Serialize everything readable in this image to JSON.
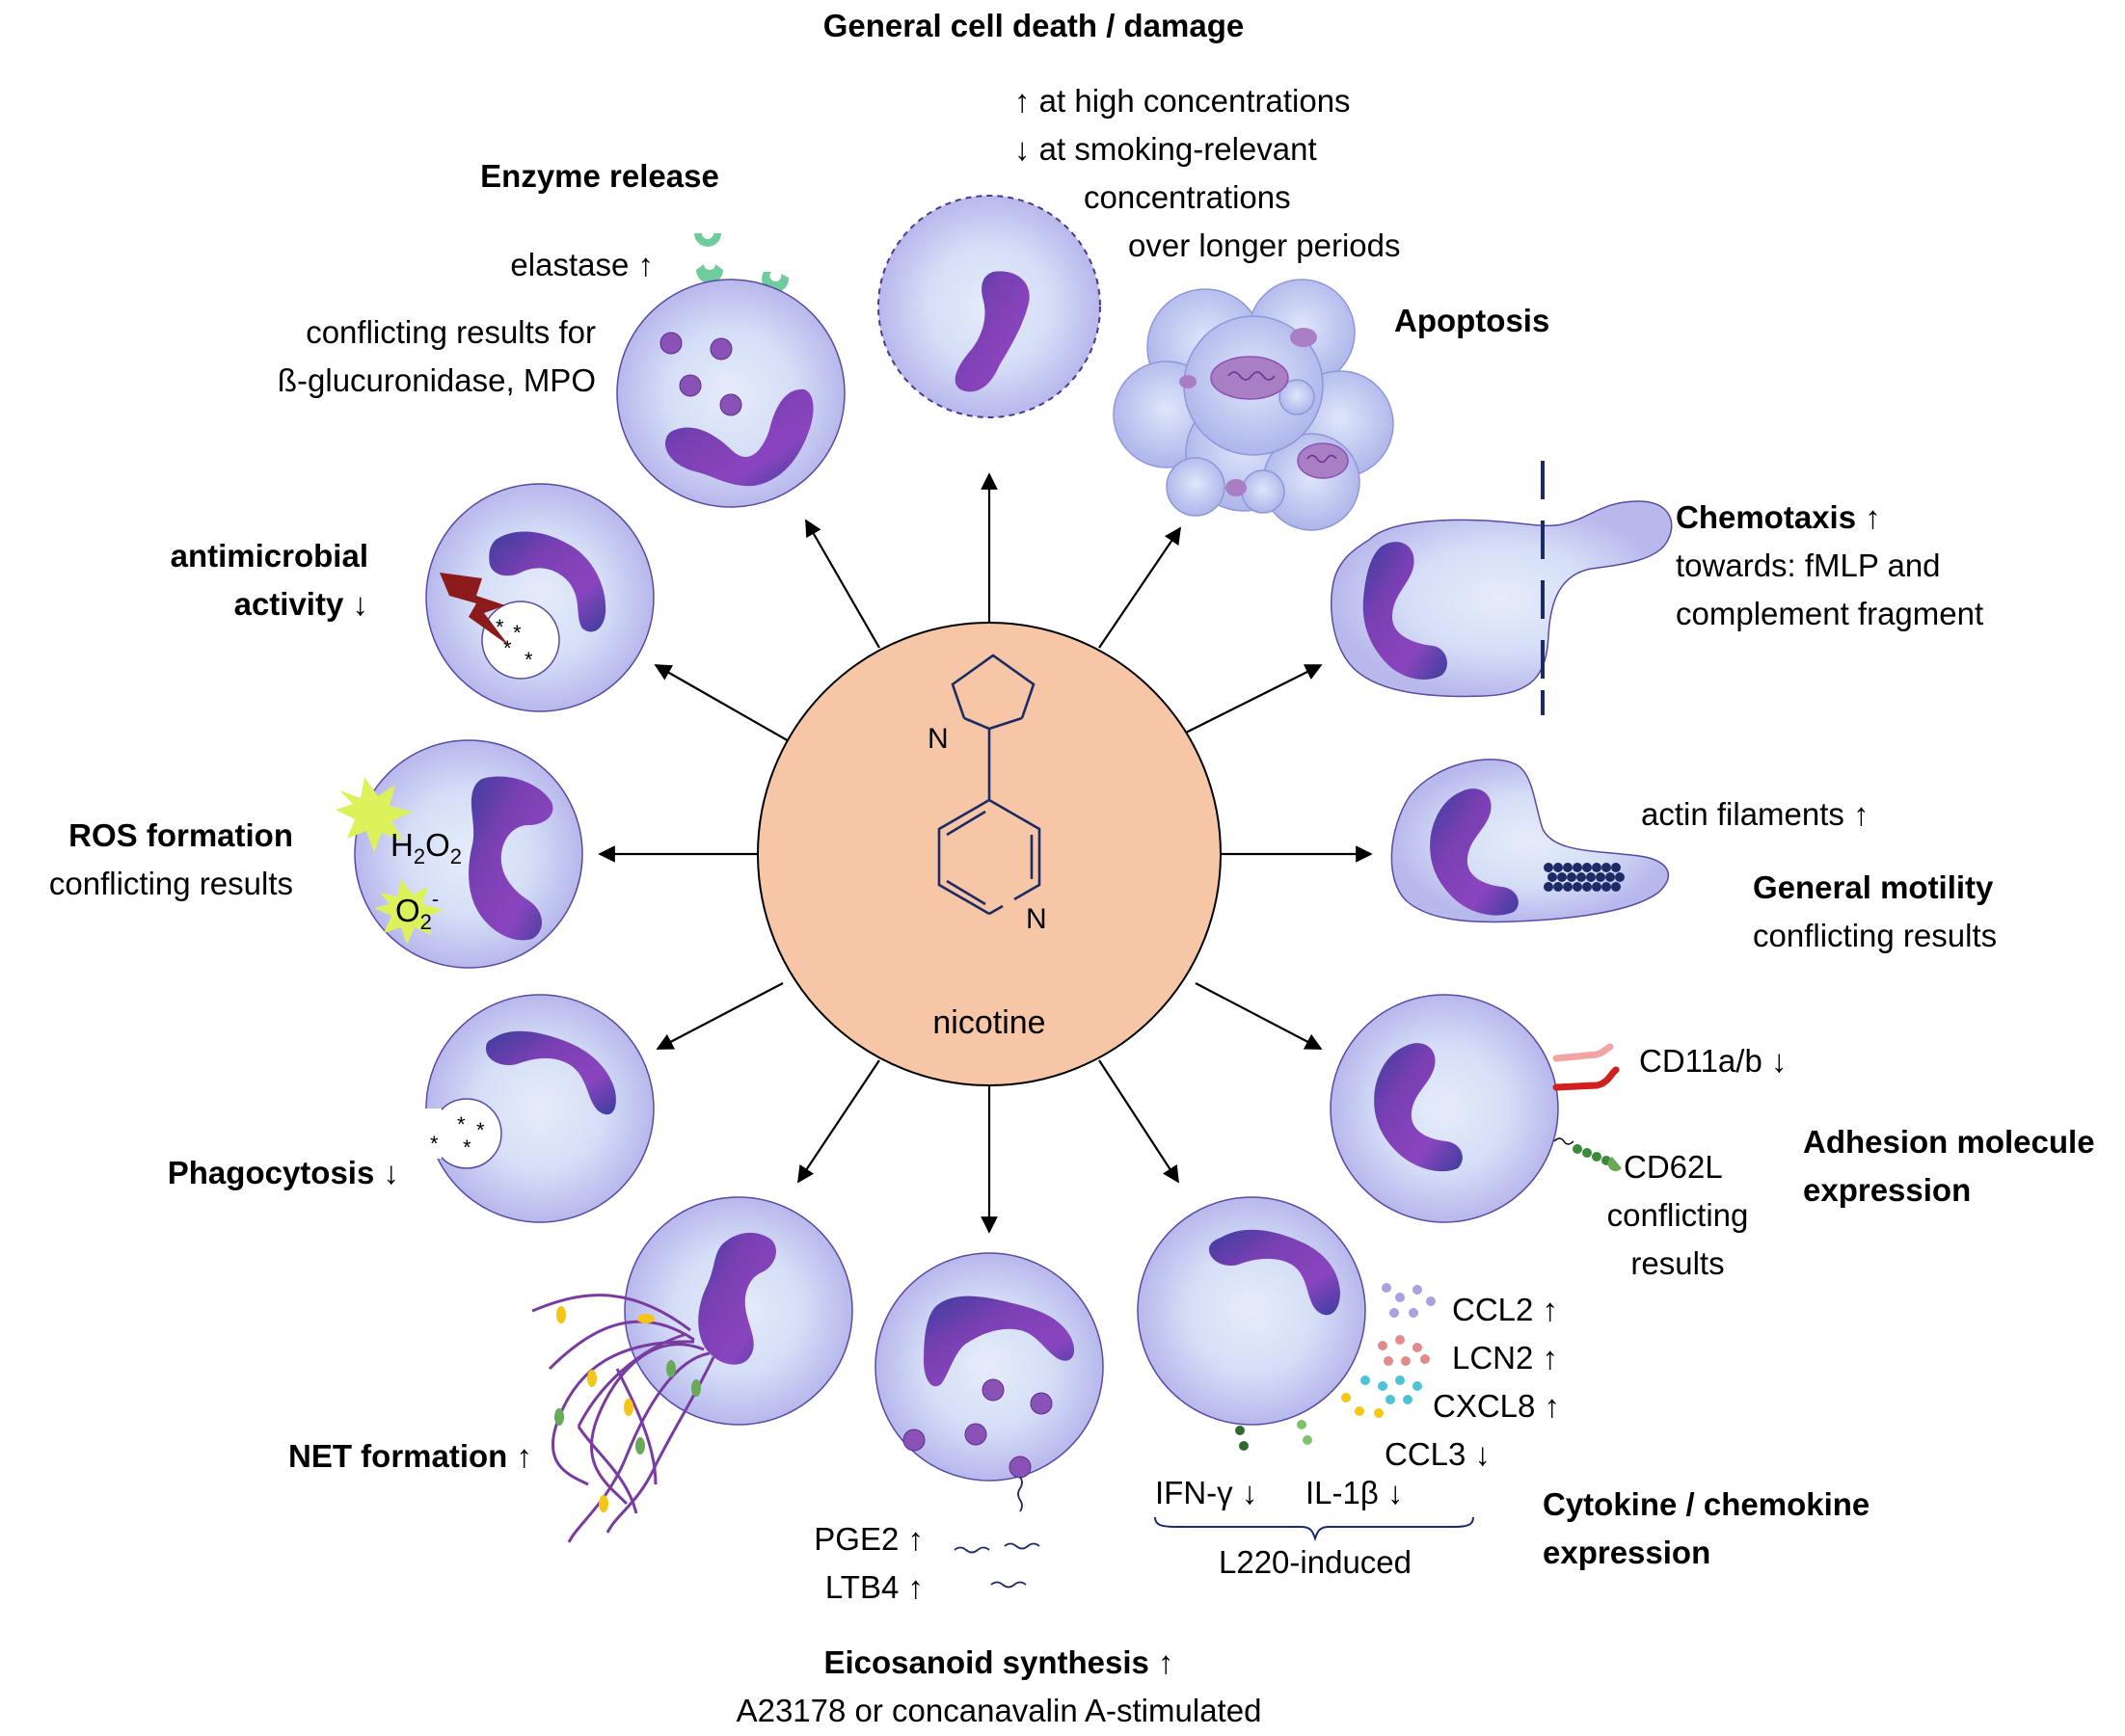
{
  "center": {
    "label": "nicotine",
    "atom_n1": "N",
    "atom_n2": "N"
  },
  "colors": {
    "center_fill": "#f7c6a7",
    "cell_fill": "#c8cbf2",
    "cell_core": "#dfe7f8",
    "nucleus": "#7a3fb0",
    "nucleus_dark": "#3a3f9a",
    "granule": "#8a52b6",
    "enzyme": "#6fcc9c",
    "lightning": "#8b1a1a",
    "ros_burst": "#ddf25a",
    "net_fiber": "#7a3ba0",
    "actin": "#1c2a66",
    "cd11": "#d94a4a",
    "cd62": "#5a9a4a"
  },
  "sections": {
    "death": {
      "title": "General cell death / damage",
      "line1": "↑ at high concentrations",
      "line2": "↓ at smoking-relevant",
      "line3": "concentrations",
      "line4": "over longer periods"
    },
    "apoptosis": {
      "title": "Apoptosis"
    },
    "enzyme": {
      "title": "Enzyme release",
      "line1": "elastase ↑",
      "line2": "conflicting results for",
      "line3": "ß-glucuronidase, MPO"
    },
    "antimicrobial": {
      "title1": "antimicrobial",
      "title2": "activity ↓"
    },
    "ros": {
      "title": "ROS formation",
      "line1": "conflicting results",
      "h2o2_h": "H",
      "h2o2_2a": "2",
      "h2o2_o": "O",
      "h2o2_2b": "2",
      "o2_o": "O",
      "o2_2": "2",
      "o2_minus": "-"
    },
    "phago": {
      "title": "Phagocytosis ↓"
    },
    "net": {
      "title": "NET formation ↑"
    },
    "eico": {
      "title": "Eicosanoid synthesis ↑",
      "line1": "A23178 or concanavalin A-stimulated",
      "pge2": "PGE2 ↑",
      "ltb4": "LTB4 ↑"
    },
    "cyto": {
      "title1": "Cytokine / chemokine",
      "title2": "expression",
      "ccl2": "CCL2 ↑",
      "lcn2": "LCN2 ↑",
      "cxcl8": "CXCL8 ↑",
      "ccl3": "CCL3 ↓",
      "ifn": "IFN-γ ↓",
      "il1": "IL-1β ↓",
      "l220": "L220-induced"
    },
    "adhesion": {
      "title1": "Adhesion molecule",
      "title2": "expression",
      "cd11": "CD11a/b ↓",
      "cd62_1": "CD62L",
      "cd62_2": "conflicting",
      "cd62_3": "results"
    },
    "motility": {
      "title": "General motility",
      "line1": "conflicting results",
      "actin": "actin filaments ↑"
    },
    "chemotaxis": {
      "title": "Chemotaxis ↑",
      "line1": "towards: fMLP and",
      "line2": "complement fragment"
    }
  }
}
